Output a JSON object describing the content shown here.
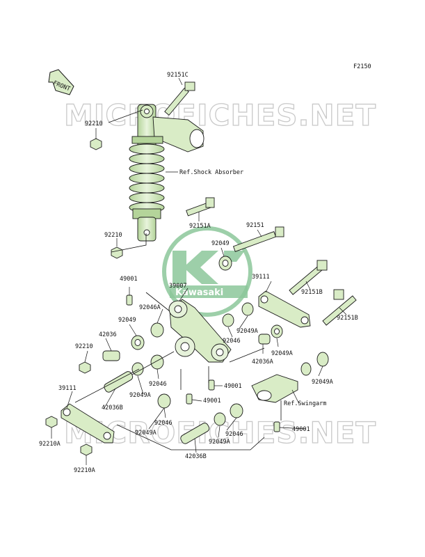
{
  "diagram_code": "F2150",
  "front_label": "FRONT",
  "watermark_top": "MICROFICHES.NET",
  "watermark_bottom": "MICROFICHES.NET",
  "logo_text": "Kawasaki",
  "colors": {
    "part_fill": "#d9ecc6",
    "part_shade": "#b4d49a",
    "logo_green": "#8cc79a",
    "watermark": "#c9c9c9"
  },
  "labels": {
    "l_92151C": "92151C",
    "l_92210_a": "92210",
    "l_ref_shock": "Ref.Shock Absorber",
    "l_92210_b": "92210",
    "l_92151A": "92151A",
    "l_92151": "92151",
    "l_92049_a": "92049",
    "l_39007": "39007",
    "l_39111_a": "39111",
    "l_49001_a": "49001",
    "l_92151B_a": "92151B",
    "l_92046A": "92046A",
    "l_92151B_b": "92151B",
    "l_92049_b": "92049",
    "l_92049A_a": "92049A",
    "l_42036": "42036",
    "l_92046_a": "92046",
    "l_92049A_b": "92049A",
    "l_92210_c": "92210",
    "l_42036A": "42036A",
    "l_92046_b": "92046",
    "l_92049A_c": "92049A",
    "l_49001_b": "49001",
    "l_39111_b": "39111",
    "l_92049A_d": "92049A",
    "l_42036B_a": "42036B",
    "l_49001_c": "49001",
    "l_ref_swingarm": "Ref.Swingarm",
    "l_92046_c": "92046",
    "l_49001_d": "49001",
    "l_92210A_a": "92210A",
    "l_92049A_e": "92049A",
    "l_92046_d": "92046",
    "l_92049A_f": "92049A",
    "l_42036B_b": "42036B",
    "l_92210A_b": "92210A"
  }
}
